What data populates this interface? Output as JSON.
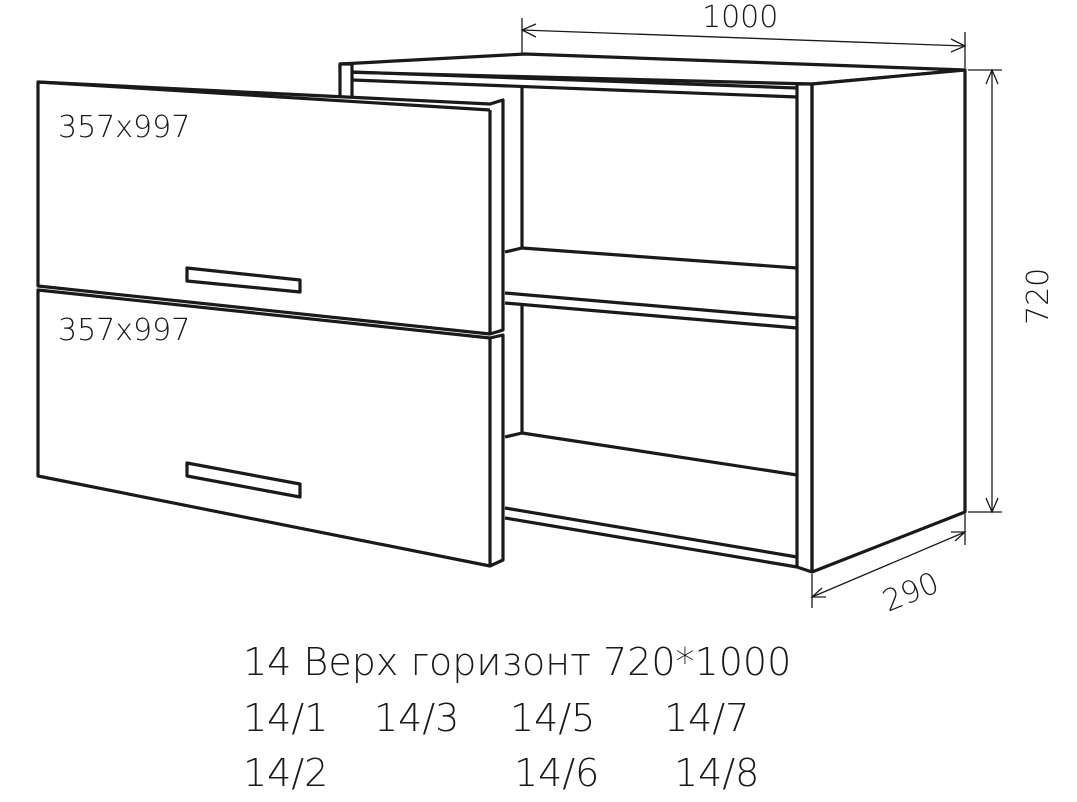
{
  "title": "14 Верх горизонт 720*1000",
  "doors": [
    {
      "label": "357x997"
    },
    {
      "label": "357x997"
    }
  ],
  "dimensions": {
    "width": "1000",
    "height": "720",
    "depth": "290"
  },
  "variants": {
    "row1": [
      "14/1",
      "14/3",
      "14/5",
      "14/7"
    ],
    "row2": [
      "14/2",
      "14/6",
      "14/8"
    ]
  }
}
